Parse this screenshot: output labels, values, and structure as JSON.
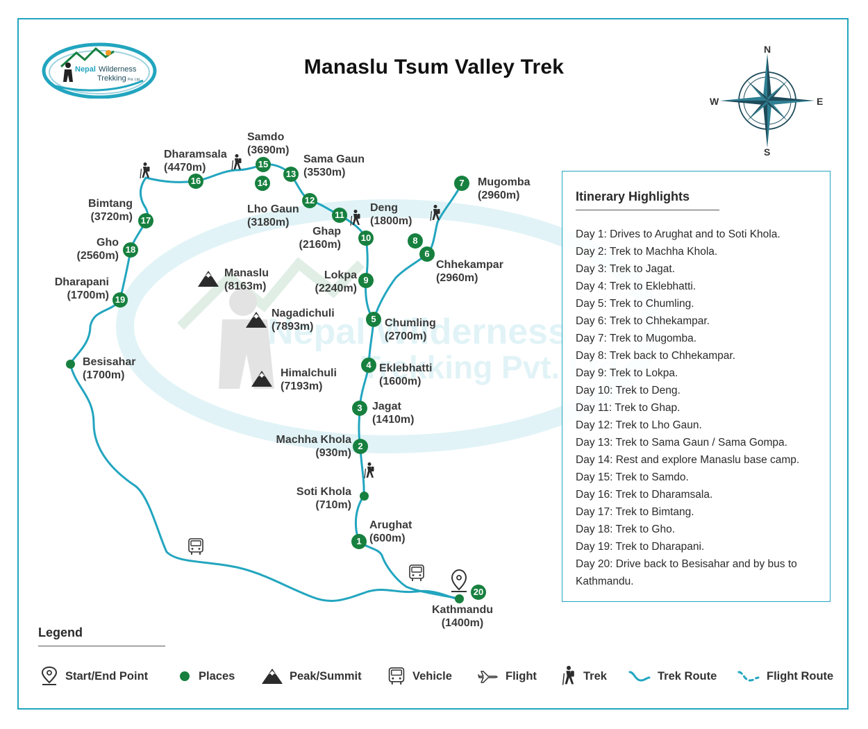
{
  "title": "Manaslu Tsum Valley Trek",
  "logo": {
    "line1": "Nepal",
    "line2": "Wilderness",
    "line3": "Trekking",
    "suffix": "Pvt. Ltd."
  },
  "compass": {
    "n": "N",
    "e": "E",
    "s": "S",
    "w": "W"
  },
  "watermark": {
    "line1": "Nepal Wilderness",
    "line2": "Trekking Pvt. Ltd."
  },
  "places": {
    "samdo": {
      "name": "Samdo",
      "alt": "(3690m)"
    },
    "dharamsala": {
      "name": "Dharamsala",
      "alt": "(4470m)"
    },
    "samagaun": {
      "name": "Sama Gaun",
      "alt": "(3530m)"
    },
    "mugomba": {
      "name": "Mugomba",
      "alt": "(2960m)"
    },
    "bimtang": {
      "name": "Bimtang",
      "alt": "(3720m)"
    },
    "lhogaun": {
      "name": "Lho Gaun",
      "alt": "(3180m)"
    },
    "deng": {
      "name": "Deng",
      "alt": "(1800m)"
    },
    "ghap": {
      "name": "Ghap",
      "alt": "(2160m)"
    },
    "gho": {
      "name": "Gho",
      "alt": "(2560m)"
    },
    "chhekampar": {
      "name": "Chhekampar",
      "alt": "(2960m)"
    },
    "manaslu": {
      "name": "Manaslu",
      "alt": "(8163m)"
    },
    "lokpa": {
      "name": "Lokpa",
      "alt": "(2240m)"
    },
    "dharapani": {
      "name": "Dharapani",
      "alt": "(1700m)"
    },
    "nagadichuli": {
      "name": "Nagadichuli",
      "alt": "(7893m)"
    },
    "chumling": {
      "name": "Chumling",
      "alt": "(2700m)"
    },
    "besisahar": {
      "name": "Besisahar",
      "alt": "(1700m)"
    },
    "eklebhatti": {
      "name": "Eklebhatti",
      "alt": "(1600m)"
    },
    "himalchuli": {
      "name": "Himalchuli",
      "alt": "(7193m)"
    },
    "jagat": {
      "name": "Jagat",
      "alt": "(1410m)"
    },
    "machhakhola": {
      "name": "Machha Khola",
      "alt": "(930m)"
    },
    "sotikhola": {
      "name": "Soti Khola",
      "alt": "(710m)"
    },
    "arughat": {
      "name": "Arughat",
      "alt": "(600m)"
    },
    "kathmandu": {
      "name": "Kathmandu",
      "alt": "(1400m)"
    }
  },
  "nodes": {
    "n1": "1",
    "n2": "2",
    "n3": "3",
    "n4": "4",
    "n5": "5",
    "n6": "6",
    "n7": "7",
    "n8": "8",
    "n9": "9",
    "n10": "10",
    "n11": "11",
    "n12": "12",
    "n13": "13",
    "n14": "14",
    "n15": "15",
    "n16": "16",
    "n17": "17",
    "n18": "18",
    "n19": "19",
    "n20": "20"
  },
  "itinerary": {
    "title": "Itinerary Highlights",
    "days": [
      "Day 1: Drives to Arughat and to Soti Khola.",
      "Day 2: Trek to Machha Khola.",
      "Day 3: Trek to Jagat.",
      "Day 4: Trek to Eklebhatti.",
      "Day 5: Trek to Chumling.",
      "Day 6: Trek to Chhekampar.",
      "Day 7: Trek to Mugomba.",
      "Day 8: Trek back to Chhekampar.",
      "Day 9: Trek to Lokpa.",
      "Day 10: Trek to Deng.",
      "Day 11: Trek to Ghap.",
      "Day 12: Trek to Lho Gaun.",
      "Day 13: Trek to Sama Gaun / Sama Gompa.",
      "Day 14: Rest and explore Manaslu base camp.",
      "Day 15: Trek to Samdo.",
      "Day 16: Trek to Dharamsala.",
      "Day 17: Trek to Bimtang.",
      "Day 18: Trek to Gho.",
      "Day 19: Trek to Dharapani.",
      "Day 20: Drive back to Besisahar and by bus to Kathmandu."
    ]
  },
  "legend": {
    "title": "Legend",
    "items": {
      "start_end": "Start/End Point",
      "places": "Places",
      "peak": "Peak/Summit",
      "vehicle": "Vehicle",
      "flight": "Flight",
      "trek": "Trek",
      "trek_route": "Trek Route",
      "flight_route": "Flight Route"
    }
  },
  "colors": {
    "route": "#22a5bf",
    "place": "#17803f",
    "border": "#22a5bf",
    "icon": "#333333"
  }
}
